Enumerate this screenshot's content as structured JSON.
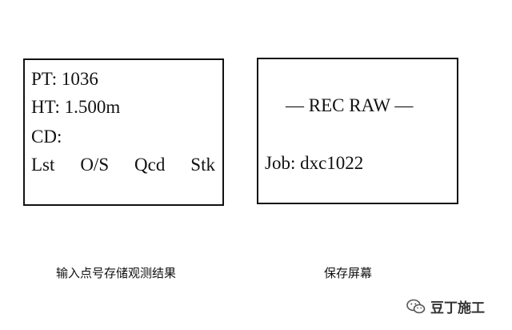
{
  "left_screen": {
    "pt_line": "PT: 1036",
    "ht_line": "HT: 1.500m",
    "cd_line": "CD:",
    "softkeys": [
      "Lst",
      "O/S",
      "Qcd",
      "Stk"
    ]
  },
  "right_screen": {
    "title": "— REC RAW —",
    "job_line": "Job: dxc1022"
  },
  "captions": {
    "left": "输入点号存储观测结果",
    "right": "保存屏幕"
  },
  "watermark": {
    "icon": "wechat-icon",
    "text": "豆丁施工"
  }
}
